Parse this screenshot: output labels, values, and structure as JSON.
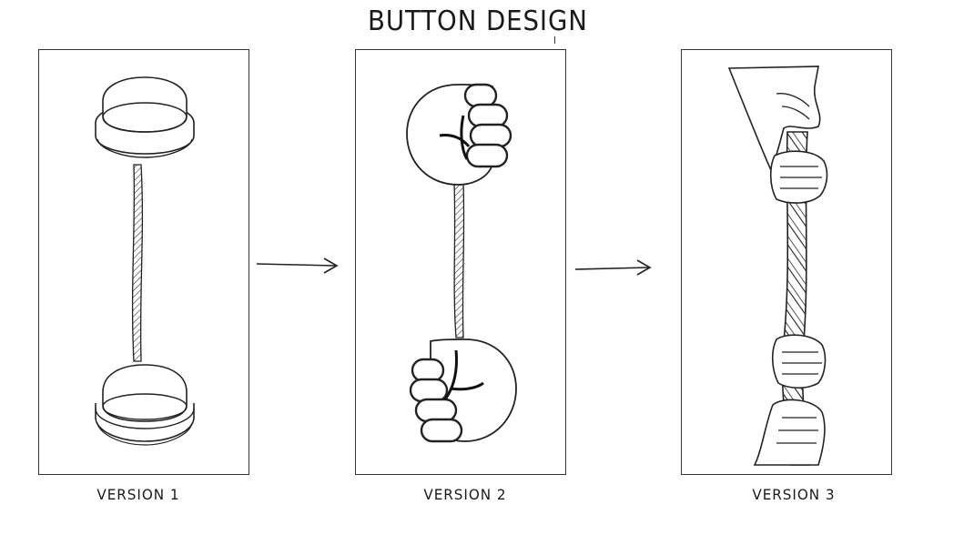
{
  "title": "BUTTON DESIGN",
  "versions": [
    {
      "label": "VERSION 1"
    },
    {
      "label": "VERSION 2"
    },
    {
      "label": "VERSION 3"
    }
  ]
}
